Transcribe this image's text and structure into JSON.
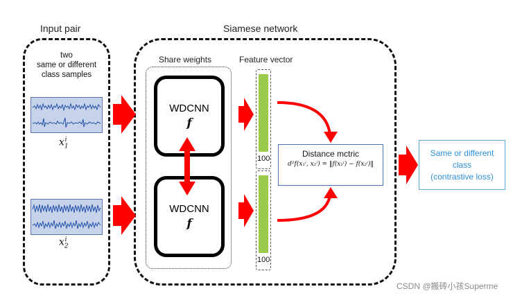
{
  "headers": {
    "input_pair": "Input pair",
    "siamese_network": "Siamese network",
    "share_weights": "Share weights",
    "feature_vector": "Feature vector"
  },
  "input_description": [
    "two",
    "same or different",
    "class samples"
  ],
  "samples": [
    {
      "symbol": "x",
      "sub": "1",
      "sup": "i"
    },
    {
      "symbol": "x",
      "sub": "2",
      "sup": "i"
    }
  ],
  "cnn": [
    {
      "name": "WDCNN",
      "func": "f"
    },
    {
      "name": "WDCNN",
      "func": "f"
    }
  ],
  "feature_vectors": [
    {
      "length_label": "100"
    },
    {
      "length_label": "100"
    }
  ],
  "distance_metric": {
    "title": "Distance mctric",
    "formula": "d²f(x₁ⁱ, x₂ⁱ) = ‖f(x₁ⁱ) − f(x₂ⁱ)‖"
  },
  "output": [
    "Same or different",
    "class",
    "(contrastive  loss)"
  ],
  "watermark": "CSDN @搬砖小孩Superme",
  "colors": {
    "arrow": "#ff0000",
    "feature_bar": "#9bcb4c",
    "signal_bg": "#c7d3ea",
    "signal_wave": "#1f4fa8",
    "metric_border": "#4a72b8",
    "output_text": "#2b8fd6"
  }
}
